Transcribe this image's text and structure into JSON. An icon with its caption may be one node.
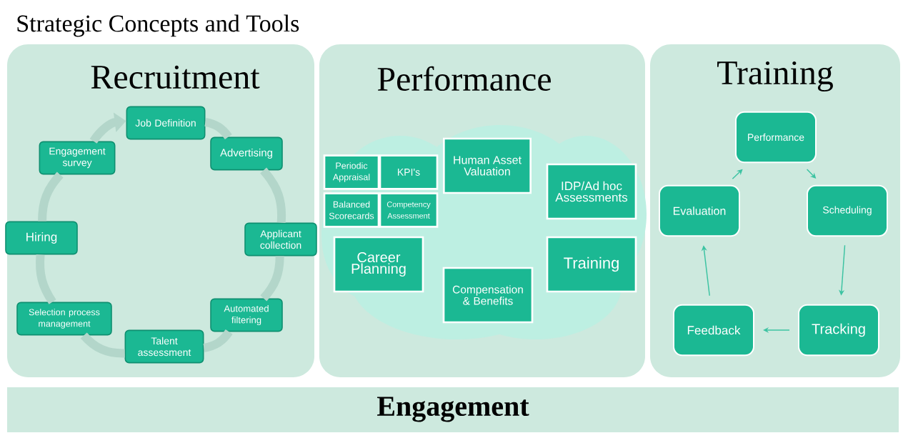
{
  "diagram": {
    "title": "Strategic Concepts and Tools",
    "nodes": [
      {
        "text": [
          "Recruitment"
        ]
      },
      {
        "text": [
          "Job Definition"
        ],
        "in": 0
      },
      {
        "text": [
          "Engagement survey"
        ],
        "in": 0
      },
      {
        "text": [
          "Advertising"
        ],
        "in": 0
      },
      {
        "text": [
          "Hiring"
        ],
        "in": 0
      },
      {
        "text": [
          "Applicant collection"
        ],
        "in": 0
      },
      {
        "text": [
          "Selection process management"
        ],
        "in": 0
      },
      {
        "text": [
          "Automated filtering"
        ],
        "in": 0
      },
      {
        "text": [
          "Talent assessment"
        ],
        "in": 0
      },
      {
        "text": [
          "Performance"
        ]
      },
      {
        "text": [
          "Periodic Appraisal"
        ],
        "in": 9
      },
      {
        "text": [
          "KPI's"
        ],
        "in": 9
      },
      {
        "text": [
          "Human Asset Valuation"
        ],
        "in": 9
      },
      {
        "text": [
          "IDP/Ad hoc Assessments"
        ],
        "in": 9
      },
      {
        "text": [
          "Balanced Scorecards"
        ],
        "in": 9
      },
      {
        "text": [
          "Competency Assessment"
        ],
        "in": 9
      },
      {
        "text": [
          "Career Planning"
        ],
        "in": 9
      },
      {
        "text": [
          "Training"
        ],
        "in": 9
      },
      {
        "text": [
          "Compensation & Benefits"
        ],
        "in": 9
      },
      {
        "text": [
          "Training"
        ]
      },
      {
        "text": [
          "Performance"
        ],
        "in": 19
      },
      {
        "text": [
          "Evaluation"
        ],
        "in": 19
      },
      {
        "text": [
          "Scheduling"
        ],
        "in": 19
      },
      {
        "text": [
          "Feedback"
        ],
        "in": 19
      },
      {
        "text": [
          "Tracking"
        ],
        "in": 19
      },
      {
        "text": [
          "Engagement"
        ]
      }
    ],
    "edges": [
      {
        "from": 1,
        "to": 3,
        "arrow": "none"
      },
      {
        "from": 3,
        "to": 5,
        "arrow": "none"
      },
      {
        "from": 5,
        "to": 7,
        "arrow": "none"
      },
      {
        "from": 7,
        "to": 8,
        "arrow": "none"
      },
      {
        "from": 8,
        "to": 6,
        "arrow": "none"
      },
      {
        "from": 6,
        "to": 4,
        "arrow": "none"
      },
      {
        "from": 4,
        "to": 2,
        "arrow": "none"
      },
      {
        "from": 2,
        "to": 1,
        "arrow": "to"
      },
      {
        "from": 20,
        "to": 22,
        "arrow": "to",
        "color": "#3cc3a2"
      },
      {
        "from": 22,
        "to": 24,
        "arrow": "to",
        "color": "#3cc3a2"
      },
      {
        "from": 24,
        "to": 23,
        "arrow": "to",
        "color": "#3cc3a2"
      },
      {
        "from": 23,
        "to": 21,
        "arrow": "to",
        "color": "#3cc3a2"
      },
      {
        "from": 21,
        "to": 20,
        "arrow": "to",
        "color": "#3cc3a2"
      }
    ]
  }
}
